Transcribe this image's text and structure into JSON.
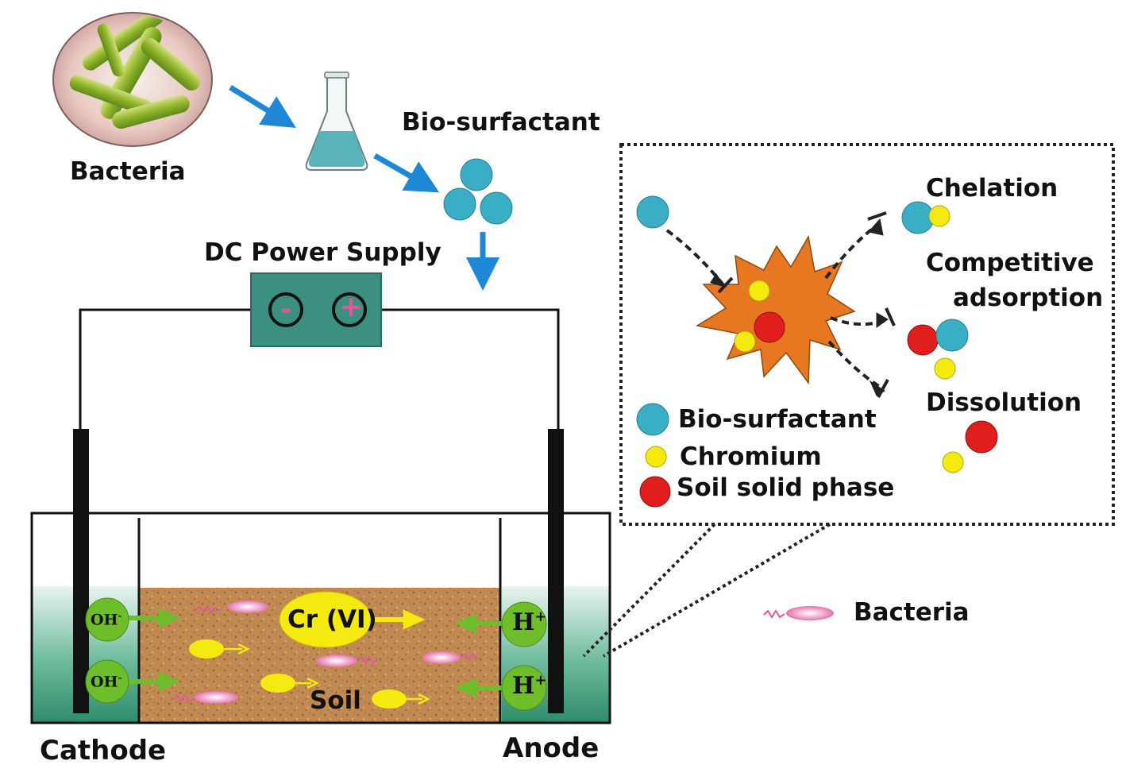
{
  "top": {
    "bacteria_label": "Bacteria",
    "biosurfactant_label": "Bio-surfactant"
  },
  "power_supply": {
    "label": "DC Power Supply",
    "negative_symbol": "-",
    "positive_symbol": "+"
  },
  "cell": {
    "cathode_label": "Cathode",
    "anode_label": "Anode",
    "soil_label": "Soil",
    "contaminant_label": "Cr (VI)",
    "hydroxide_ion": "OH",
    "hydroxide_charge": "-",
    "proton_ion": "H",
    "proton_charge": "+"
  },
  "inset": {
    "mechanisms": {
      "chelation": "Chelation",
      "competitive_line1": "Competitive",
      "competitive_line2": "adsorption",
      "dissolution": "Dissolution"
    },
    "legend": {
      "biosurfactant": "Bio-surfactant",
      "chromium": "Chromium",
      "soil_solid_phase": "Soil solid phase"
    }
  },
  "outer_legend": {
    "bacteria": "Bacteria"
  },
  "colors": {
    "biosurfactant": "#3aaec4",
    "chromium": "#f5ea10",
    "soil_solid": "#e01e1e",
    "soil_fill": "#c08a52",
    "electrolyte": "#3f9e80",
    "power_box": "#3b9080",
    "ion_green": "#6ebd2a",
    "arrow_blue": "#1e88d6",
    "star": "#e87722",
    "bacteria_pink": "#e0589b"
  }
}
